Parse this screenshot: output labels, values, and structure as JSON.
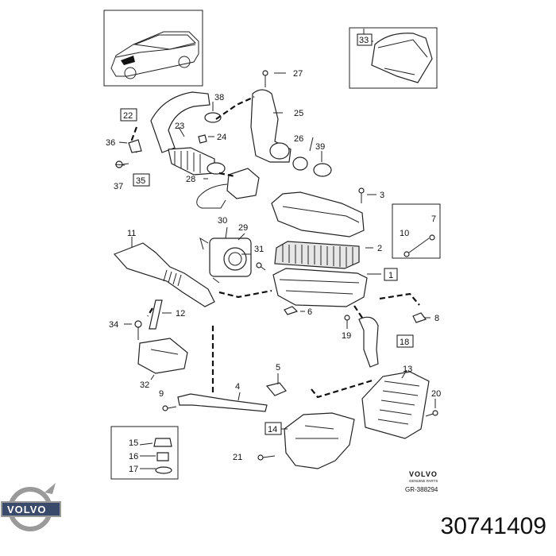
{
  "brand": {
    "name": "VOLVO",
    "tagline": "GENUINE PARTS",
    "reference": "GR-388294",
    "logo_text": "VOLVO"
  },
  "part_number": "30741409",
  "callouts": {
    "c1": "1",
    "c2": "2",
    "c3": "3",
    "c4": "4",
    "c5": "5",
    "c6": "6",
    "c7": "7",
    "c8": "8",
    "c9": "9",
    "c10": "10",
    "c11": "11",
    "c12": "12",
    "c13": "13",
    "c14": "14",
    "c15": "15",
    "c16": "16",
    "c17": "17",
    "c18": "18",
    "c19": "19",
    "c20": "20",
    "c21": "21",
    "c22": "22",
    "c23": "23",
    "c24": "24",
    "c25": "25",
    "c26": "26",
    "c27": "27",
    "c28": "28",
    "c29": "29",
    "c30": "30",
    "c31": "31",
    "c32": "32",
    "c33": "33",
    "c34": "34",
    "c35": "35",
    "c36": "36",
    "c37": "37",
    "c38": "38",
    "c39": "39"
  }
}
